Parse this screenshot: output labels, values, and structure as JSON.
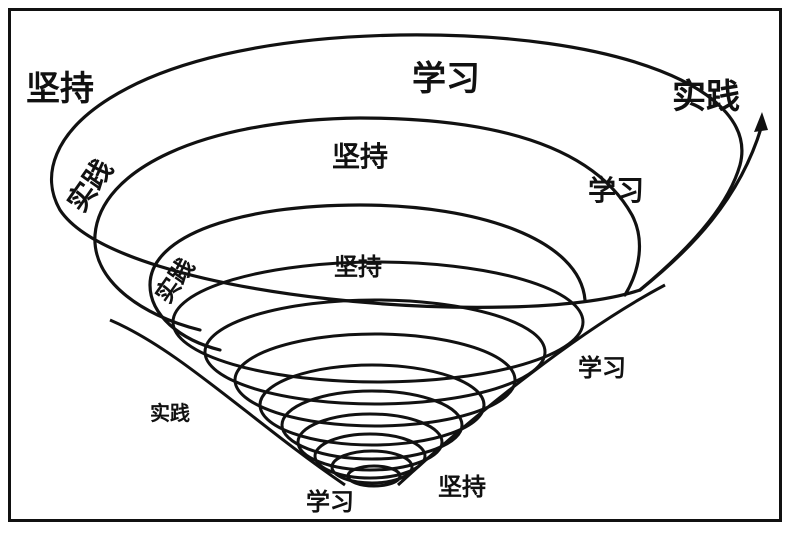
{
  "labels": {
    "outer_left": "坚持",
    "outer_top": "学习",
    "outer_right": "实践",
    "ring2_left": "实践",
    "ring2_top": "坚持",
    "ring2_right": "学习",
    "ring3_left": "实践",
    "ring3_top": "坚持",
    "lower_right": "学习",
    "lower_left": "实践",
    "bottom_right": "坚持",
    "bottom": "学习"
  }
}
